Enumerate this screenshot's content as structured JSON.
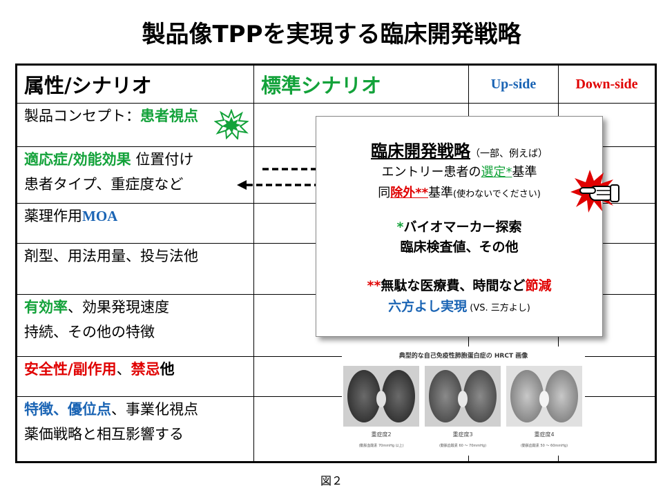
{
  "title": "製品像TPPを実現する臨床開発戦略",
  "table": {
    "headers": {
      "attribute": "属性/シナリオ",
      "standard": "標準シナリオ",
      "upside": "Up-side",
      "downside": "Down-side"
    },
    "rows": [
      {
        "a1": "製品コンセプト：",
        "a2": "患者視点"
      },
      {
        "a1": "適応症/効能効果",
        "a2": " 位置付け",
        "a3": "患者タイプ、重症度など"
      },
      {
        "a1": "薬理作用",
        "a2": "MOA"
      },
      {
        "a1": "剤型、用法用量、投与法他"
      },
      {
        "a1": "有効率",
        "a2": "、効果発現速度",
        "a3": "持続、その他の特徴"
      },
      {
        "a1": "安全性/副作用",
        "a2": "、",
        "a3": "禁忌",
        "a4": "他"
      },
      {
        "a1": "特徴",
        "a2": "、",
        "a3": "優位点",
        "a4": "、事業化視点",
        "a5": "薬価戦略と相互影響する"
      }
    ]
  },
  "popup": {
    "title": "臨床開発戦略",
    "title_note": "（一部、例えば）",
    "line2_a": "エントリー患者の",
    "line2_b": "選定*",
    "line2_c": "基準",
    "line3_a": "同",
    "line3_b": "除外**",
    "line3_c": "基準",
    "line3_note": "(使わないでください)",
    "line4_star": "*",
    "line4_text": "バイオマーカー探索",
    "line5": "臨床検査値、その他",
    "line6_star": "**",
    "line6_a": "無駄な医療費、時間など",
    "line6_b": "節減",
    "line7": "六方よし実現",
    "line7_note": " (VS. 三方よし)"
  },
  "ct_image": {
    "title": "典型的な自己免疫性肺胞蛋白症の HRCT 画像",
    "panels": [
      {
        "label": "重症度2",
        "sub": "(動脈血酸素 70mmHg 以上)"
      },
      {
        "label": "重症度3",
        "sub": "(動脈血酸素 60 〜 70mmHg)"
      },
      {
        "label": "重症度4",
        "sub": "(動脈血酸素 50 〜 60mmHg)"
      }
    ]
  },
  "caption": "図２",
  "colors": {
    "green": "#13a23a",
    "red": "#e00000",
    "blue": "#1a64b4"
  }
}
